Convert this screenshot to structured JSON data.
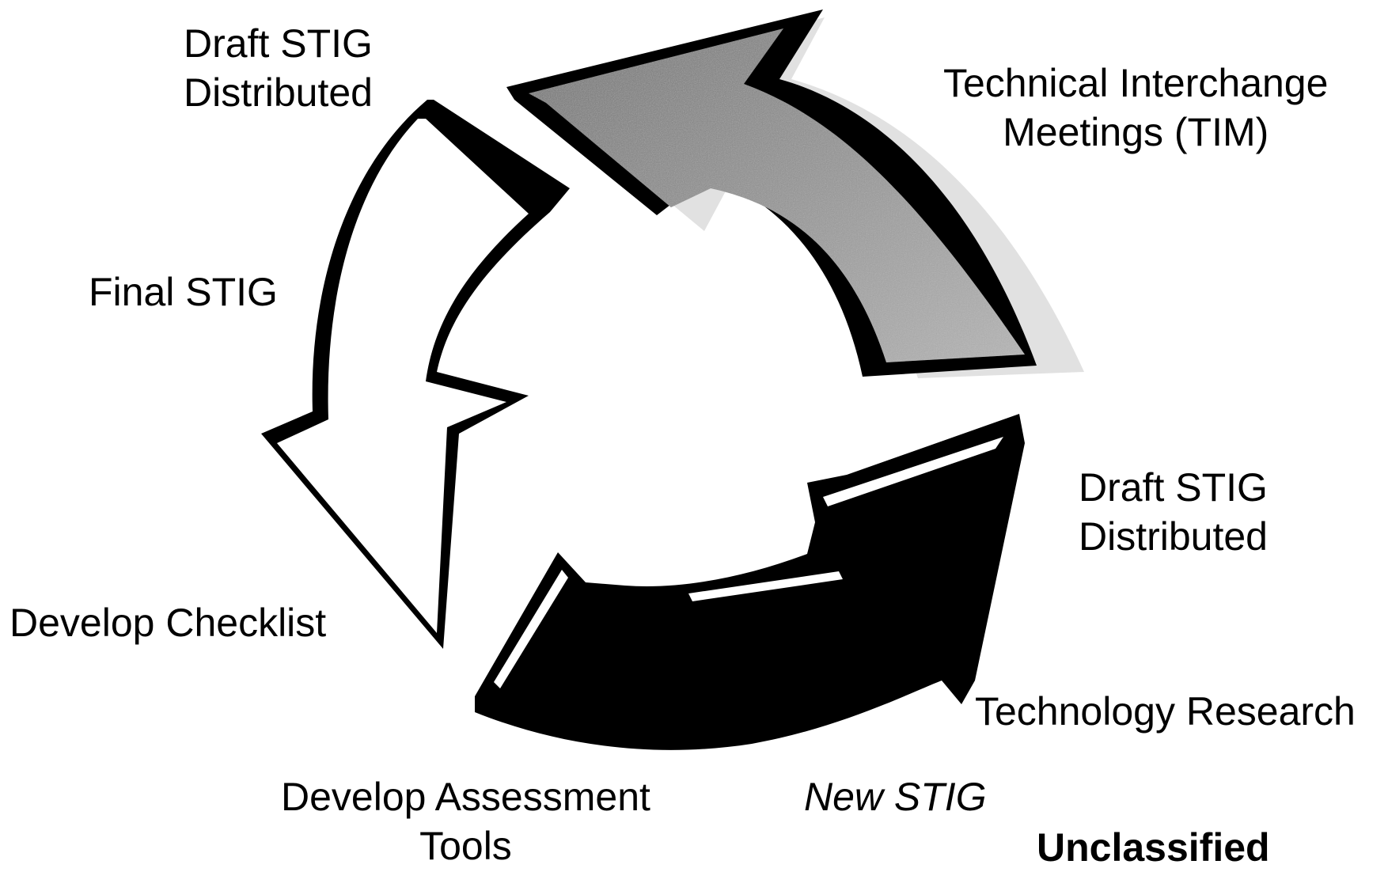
{
  "diagram": {
    "labels": {
      "draft_stig_top": [
        "Draft STIG",
        "Distributed"
      ],
      "technical_interchange": [
        "Technical Interchange",
        "Meetings (TIM)"
      ],
      "final_stig": "Final STIG",
      "draft_stig_right": [
        "Draft STIG",
        "Distributed"
      ],
      "develop_checklist": "Develop Checklist",
      "technology_research": "Technology Research",
      "develop_assessment": [
        "Develop Assessment",
        "Tools"
      ],
      "new_stig": "New STIG",
      "classification": "Unclassified"
    }
  }
}
